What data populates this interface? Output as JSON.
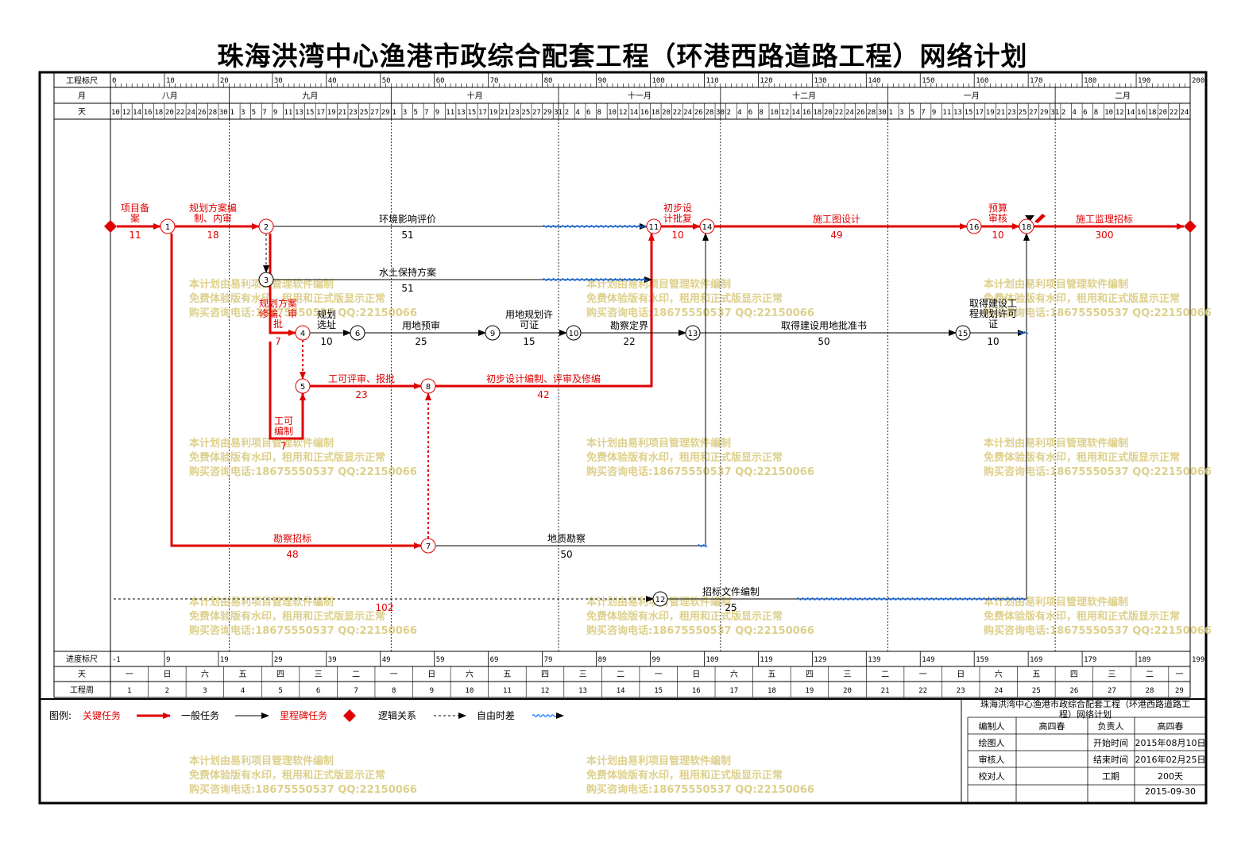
{
  "title": "珠海洪湾中心渔港市政综合配套工程（环港西路道路工程）网络计划",
  "header_labels": {
    "scale": "工程标尺",
    "month": "月",
    "day": "天",
    "progress": "进度标尺",
    "day2": "天",
    "week": "工程周"
  },
  "scale_ticks": [
    "0",
    "10",
    "20",
    "30",
    "40",
    "50",
    "60",
    "70",
    "80",
    "90",
    "100",
    "110",
    "120",
    "130",
    "140",
    "150",
    "160",
    "170",
    "180",
    "190",
    "200"
  ],
  "months": [
    "八月",
    "九月",
    "十月",
    "十一月",
    "十二月",
    "一月",
    "二月"
  ],
  "progress_ticks": [
    "-1",
    "9",
    "19",
    "29",
    "39",
    "49",
    "59",
    "69",
    "79",
    "89",
    "99",
    "109",
    "119",
    "129",
    "139",
    "149",
    "159",
    "169",
    "179",
    "189",
    "199"
  ],
  "weekdays": [
    "一",
    "日",
    "六",
    "五",
    "四",
    "三",
    "二"
  ],
  "weeks": [
    "1",
    "2",
    "3",
    "4",
    "5",
    "6",
    "7",
    "8",
    "9",
    "10",
    "11",
    "12",
    "13",
    "14",
    "15",
    "16",
    "17",
    "18",
    "19",
    "20",
    "21",
    "22",
    "23",
    "24",
    "25",
    "26",
    "27",
    "28",
    "29"
  ],
  "nodes": [
    "1",
    "2",
    "3",
    "4",
    "5",
    "6",
    "7",
    "8",
    "9",
    "10",
    "11",
    "12",
    "13",
    "14",
    "15",
    "16",
    "18"
  ],
  "tasks": {
    "t0": {
      "name": "项目备\n案",
      "dur": "11"
    },
    "t1": {
      "name": "规划方案编\n制、内审",
      "dur": "18"
    },
    "t2": {
      "name": "环境影响评价",
      "dur": "51"
    },
    "t3": {
      "name": "水土保持方案",
      "dur": "51"
    },
    "t4": {
      "name": "规划方案\n修编、审\n批",
      "dur": "7"
    },
    "t5": {
      "name": "规划\n选址",
      "dur": "10"
    },
    "t6": {
      "name": "用地预审",
      "dur": "25"
    },
    "t7": {
      "name": "用地规划许\n可证",
      "dur": "15"
    },
    "t8": {
      "name": "勘察定界",
      "dur": "22"
    },
    "t9": {
      "name": "取得建设用地批准书",
      "dur": "50"
    },
    "t10": {
      "name": "取得建设工\n程规划许可\n证",
      "dur": "10"
    },
    "t11": {
      "name": "工可评审、报批",
      "dur": "23"
    },
    "t12": {
      "name": "初步设计编制、评审及修编",
      "dur": "42"
    },
    "t13": {
      "name": "工可\n编制",
      "dur": "7"
    },
    "t14": {
      "name": "初步设\n计批复",
      "dur": "10"
    },
    "t15": {
      "name": "施工图设计",
      "dur": "49"
    },
    "t16": {
      "name": "预算\n审核",
      "dur": "10"
    },
    "t17": {
      "name": "施工监理招标",
      "dur": "300"
    },
    "t18": {
      "name": "勘察招标",
      "dur": "48"
    },
    "t19": {
      "name": "地质勘察",
      "dur": "50"
    },
    "t20": {
      "name": "招标文件编制",
      "dur": "25"
    },
    "t21": {
      "name": "",
      "dur": "102"
    }
  },
  "watermark": [
    "本计划由易利项目管理软件编制",
    "免费体验版有水印，租用和正式版显示正常",
    "购买咨询电话:18675550537 QQ:22150066"
  ],
  "legend": {
    "title": "图例:",
    "critical": "关键任务",
    "general": "一般任务",
    "milestone": "里程碑任务",
    "logic": "逻辑关系",
    "float": "自由时差"
  },
  "title_block": {
    "project": "珠海洪湾中心渔港市政综合配套工程（环港西路道路工\n程）网络计划",
    "rows": [
      [
        "编制人",
        "高四春",
        "负责人",
        "高四春"
      ],
      [
        "绘图人",
        "",
        "开始时间",
        "2015年08月10日"
      ],
      [
        "审核人",
        "",
        "结束时间",
        "2016年02月25日"
      ],
      [
        "校对人",
        "",
        "工期",
        "200天"
      ]
    ],
    "date": "2015-09-30"
  },
  "colors": {
    "critical": "#e00000",
    "general": "#000000",
    "float": "#1e78ff",
    "watermark": "#d8c878"
  }
}
